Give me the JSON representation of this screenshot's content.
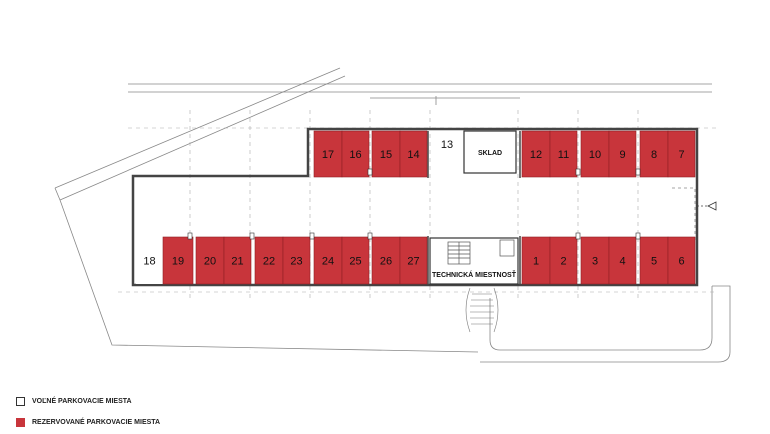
{
  "colors": {
    "reserved": "#c8353b",
    "free": "#ffffff",
    "wall": "#444444"
  },
  "spots": [
    {
      "id": "17",
      "status": "reserved"
    },
    {
      "id": "16",
      "status": "reserved"
    },
    {
      "id": "15",
      "status": "reserved"
    },
    {
      "id": "14",
      "status": "reserved"
    },
    {
      "id": "13",
      "status": "free"
    },
    {
      "id": "12",
      "status": "reserved"
    },
    {
      "id": "11",
      "status": "reserved"
    },
    {
      "id": "10",
      "status": "reserved"
    },
    {
      "id": "9",
      "status": "reserved"
    },
    {
      "id": "8",
      "status": "reserved"
    },
    {
      "id": "7",
      "status": "reserved"
    },
    {
      "id": "18",
      "status": "free"
    },
    {
      "id": "19",
      "status": "reserved"
    },
    {
      "id": "20",
      "status": "reserved"
    },
    {
      "id": "21",
      "status": "reserved"
    },
    {
      "id": "22",
      "status": "reserved"
    },
    {
      "id": "23",
      "status": "reserved"
    },
    {
      "id": "24",
      "status": "reserved"
    },
    {
      "id": "25",
      "status": "reserved"
    },
    {
      "id": "26",
      "status": "reserved"
    },
    {
      "id": "27",
      "status": "reserved"
    },
    {
      "id": "1",
      "status": "reserved"
    },
    {
      "id": "2",
      "status": "reserved"
    },
    {
      "id": "3",
      "status": "reserved"
    },
    {
      "id": "4",
      "status": "reserved"
    },
    {
      "id": "5",
      "status": "reserved"
    },
    {
      "id": "6",
      "status": "reserved"
    }
  ],
  "rooms": {
    "storage": "SKLAD",
    "technical": "TECHNICKÁ MIESTNOSŤ"
  },
  "legend": {
    "free": "VOĽNÉ PARKOVACIE MIESTA",
    "reserved": "REZERVOVANÉ PARKOVACIE MIESTA"
  },
  "icons": {
    "accessible": "wheelchair-icon",
    "entrance": "entrance-arrow-icon"
  }
}
